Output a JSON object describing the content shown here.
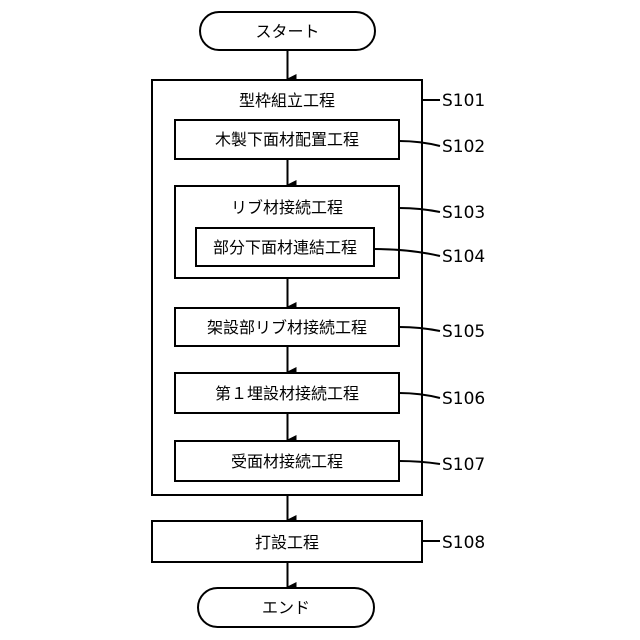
{
  "start": "スタート",
  "end": "エンド",
  "group_main": {
    "label": "型枠組立工程",
    "code": "S101"
  },
  "step_s102": {
    "label": "木製下面材配置工程",
    "code": "S102"
  },
  "group_rib": {
    "label": "リブ材接続工程",
    "code": "S103"
  },
  "step_s104": {
    "label": "部分下面材連結工程",
    "code": "S104"
  },
  "step_s105": {
    "label": "架設部リブ材接続工程",
    "code": "S105"
  },
  "step_s106": {
    "label": "第１埋設材接続工程",
    "code": "S106"
  },
  "step_s107": {
    "label": "受面材接続工程",
    "code": "S107"
  },
  "step_s108": {
    "label": "打設工程",
    "code": "S108"
  }
}
